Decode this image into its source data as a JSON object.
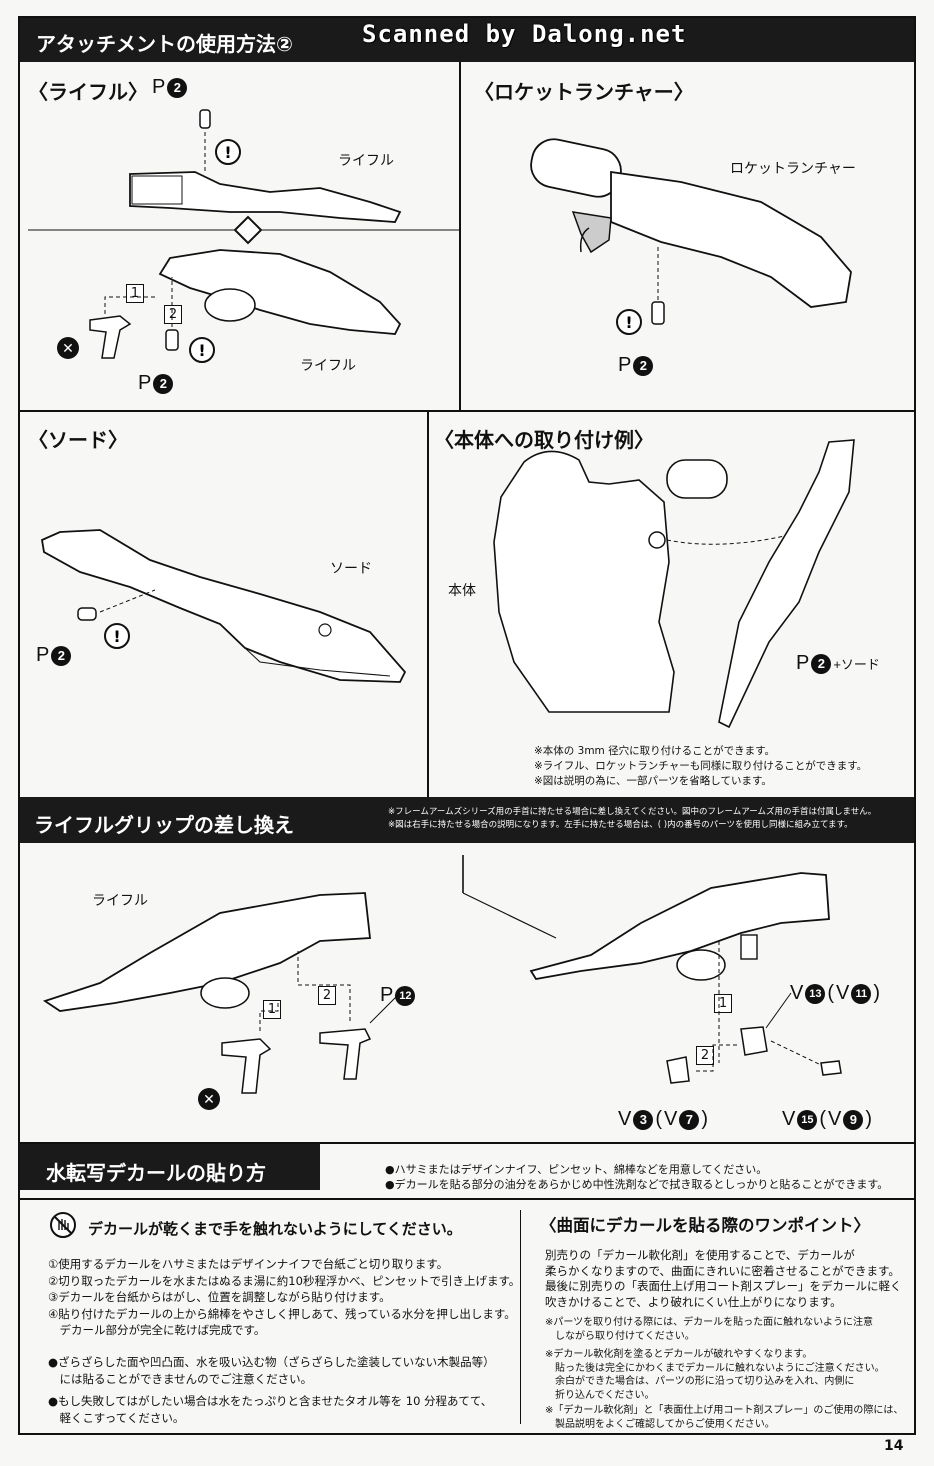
{
  "watermark": "Scanned by Dalong.net",
  "page_number": "14",
  "section_attachment": {
    "title": "アタッチメントの使用方法②",
    "rifle": {
      "heading": "〈ライフル〉",
      "label": "ライフル",
      "part": "P",
      "part_num": "2",
      "step1": "1",
      "step2": "2"
    },
    "rocket": {
      "heading": "〈ロケットランチャー〉",
      "label": "ロケットランチャー",
      "part": "P",
      "part_num": "2"
    },
    "sword": {
      "heading": "〈ソード〉",
      "label": "ソード",
      "part": "P",
      "part_num": "2"
    },
    "mount": {
      "heading": "〈本体への取り付け例〉",
      "body_label": "本体",
      "part": "P",
      "part_num": "2",
      "part_suffix": "+ソード",
      "notes": [
        "※本体の 3mm 径穴に取り付けることができます。",
        "※ライフル、ロケットランチャーも同様に取り付けることができます。",
        "※図は説明の為に、一部パーツを省略しています。"
      ]
    }
  },
  "section_grip": {
    "title": "ライフルグリップの差し換え",
    "notes": [
      "※フレームアームズシリーズ用の手首に持たせる場合に差し換えてください。図中のフレームアームズ用の手首は付属しません。",
      "※図は右手に持たせる場合の説明になります。左手に持たせる場合は、( )内の番号のパーツを使用し同様に組み立てます。"
    ],
    "left": {
      "label": "ライフル",
      "part": "P",
      "part_num": "12",
      "step1": "1",
      "step2": "2"
    },
    "right": {
      "step1": "1",
      "step2": "2",
      "v13": {
        "part": "V",
        "num": "13",
        "alt_num": "11"
      },
      "v3": {
        "part": "V",
        "num": "3",
        "alt_num": "7"
      },
      "v15": {
        "part": "V",
        "num": "15",
        "alt_num": "9"
      }
    }
  },
  "section_decal": {
    "title": "水転写デカールの貼り方",
    "prep": [
      "●ハサミまたはデザインナイフ、ピンセット、綿棒などを用意してください。",
      "●デカールを貼る部分の油分をあらかじめ中性洗剤などで拭き取るとしっかりと貼ることができます。"
    ],
    "warning": "デカールが乾くまで手を触れないようにしてください。",
    "steps": [
      "①使用するデカールをハサミまたはデザインナイフで台紙ごと切り取ります。",
      "②切り取ったデカールを水またはぬるま湯に約10秒程浮かべ、ピンセットで引き上げます。",
      "③デカールを台紙からはがし、位置を調整しながら貼り付けます。",
      "④貼り付けたデカールの上から綿棒をやさしく押しあて、残っている水分を押し出します。",
      "　デカール部分が完全に乾けば完成です。"
    ],
    "bullet1": [
      "●ざらざらした面や凹凸面、水を吸い込む物（ざらざらした塗装していない木製品等）",
      "　には貼ることができませんのでご注意ください。"
    ],
    "bullet2": [
      "●もし失敗してはがしたい場合は水をたっぷりと含ませたタオル等を 10 分程あてて、",
      "　軽くこすってください。"
    ],
    "tip_heading": "〈曲面にデカールを貼る際のワンポイント〉",
    "tip_body": [
      "別売りの「デカール軟化剤」を使用することで、デカールが",
      "柔らかくなりますので、曲面にきれいに密着させることができます。",
      "最後に別売りの「表面仕上げ用コート剤スプレー」をデカールに軽く",
      "吹きかけることで、より破れにくい仕上がりになります。"
    ],
    "tip_notes": [
      [
        "※パーツを取り付ける際には、デカールを貼った面に触れないように注意",
        "　しながら取り付けてください。"
      ],
      [
        "※デカール軟化剤を塗るとデカールが破れやすくなります。",
        "　貼った後は完全にかわくまでデカールに触れないようにご注意ください。",
        "　余白ができた場合は、パーツの形に沿って切り込みを入れ、内側に",
        "　折り込んでください。"
      ],
      [
        "※「デカール軟化剤」と「表面仕上げ用コート剤スプレー」のご使用の際には、",
        "　製品説明をよくご確認してからご使用ください。"
      ]
    ]
  }
}
